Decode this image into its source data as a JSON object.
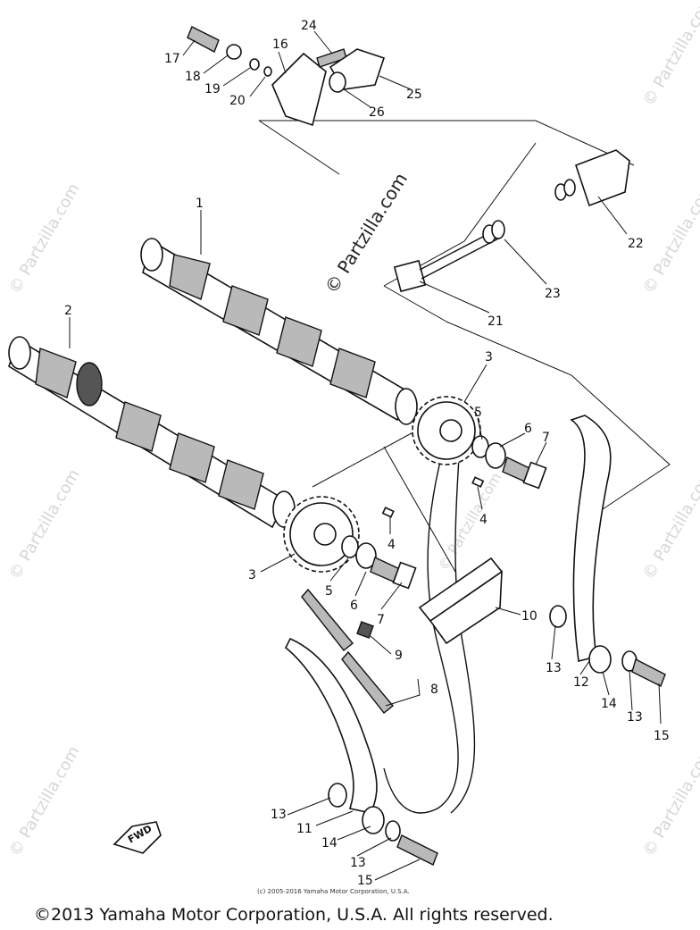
{
  "callouts": [
    {
      "id": "1",
      "label": "1"
    },
    {
      "id": "2",
      "label": "2"
    },
    {
      "id": "3a",
      "label": "3"
    },
    {
      "id": "3b",
      "label": "3"
    },
    {
      "id": "4a",
      "label": "4"
    },
    {
      "id": "4b",
      "label": "4"
    },
    {
      "id": "5a",
      "label": "5"
    },
    {
      "id": "5b",
      "label": "5"
    },
    {
      "id": "6a",
      "label": "6"
    },
    {
      "id": "6b",
      "label": "6"
    },
    {
      "id": "7a",
      "label": "7"
    },
    {
      "id": "7b",
      "label": "7"
    },
    {
      "id": "8",
      "label": "8"
    },
    {
      "id": "9",
      "label": "9"
    },
    {
      "id": "10",
      "label": "10"
    },
    {
      "id": "11",
      "label": "11"
    },
    {
      "id": "12",
      "label": "12"
    },
    {
      "id": "13a",
      "label": "13"
    },
    {
      "id": "13b",
      "label": "13"
    },
    {
      "id": "13c",
      "label": "13"
    },
    {
      "id": "13d",
      "label": "13"
    },
    {
      "id": "14a",
      "label": "14"
    },
    {
      "id": "14b",
      "label": "14"
    },
    {
      "id": "15a",
      "label": "15"
    },
    {
      "id": "15b",
      "label": "15"
    },
    {
      "id": "16",
      "label": "16"
    },
    {
      "id": "17",
      "label": "17"
    },
    {
      "id": "18",
      "label": "18"
    },
    {
      "id": "19",
      "label": "19"
    },
    {
      "id": "20",
      "label": "20"
    },
    {
      "id": "21",
      "label": "21"
    },
    {
      "id": "22",
      "label": "22"
    },
    {
      "id": "23",
      "label": "23"
    },
    {
      "id": "24",
      "label": "24"
    },
    {
      "id": "25",
      "label": "25"
    },
    {
      "id": "26",
      "label": "26"
    }
  ],
  "watermark": {
    "main": "© Partzilla.com",
    "edge": "© Partzilla.com"
  },
  "fwd_label": "FWD",
  "fine_print": "(c) 2005-2016 Yamaha Motor Corporation, U.S.A.",
  "copyright": "©2013 Yamaha Motor Corporation, U.S.A. All rights reserved."
}
